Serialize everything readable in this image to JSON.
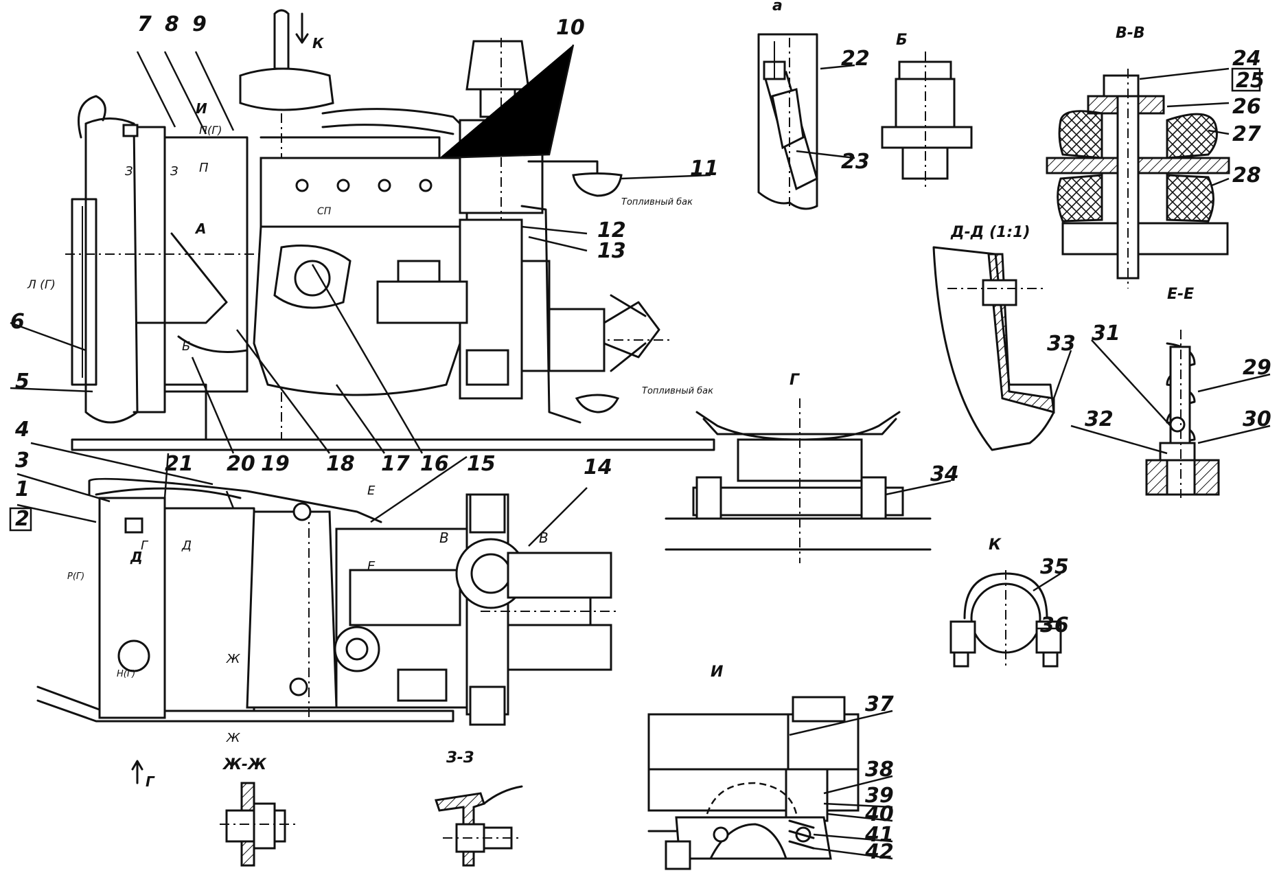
{
  "callouts": [
    "1",
    "2",
    "3",
    "4",
    "5",
    "6",
    "7",
    "8",
    "9",
    "10",
    "11",
    "12",
    "13",
    "14",
    "15",
    "16",
    "17",
    "18",
    "19",
    "20",
    "21",
    "22",
    "23",
    "24",
    "25",
    "26",
    "27",
    "28",
    "29",
    "30",
    "31",
    "32",
    "33",
    "34",
    "35",
    "36",
    "37",
    "38",
    "39",
    "40",
    "41",
    "42"
  ],
  "section_titles": {
    "a": "а",
    "b": "Б",
    "v": "В-В",
    "g": "Г",
    "d": "Д-Д (1:1)",
    "e": "Е-Е",
    "zh": "Ж-Ж",
    "z": "З-З",
    "k": "К",
    "i": "И"
  },
  "view_marks": {
    "k_arrow": "К",
    "i_mark": "И",
    "p_right": "П(Г)",
    "z1": "З",
    "z2": "З",
    "p": "П",
    "a_view": "А",
    "l_left": "Л (Г)",
    "b_view": "Б",
    "sp": "СП",
    "d_view": "Д",
    "g_view": "Г",
    "d2": "Д",
    "e1": "Е",
    "e2": "Е",
    "v1": "В",
    "v2": "В",
    "r_left": "Р(Г)",
    "n_left": "Н(Г)",
    "zh1": "Ж",
    "zh2": "Ж",
    "g_bottom": "Г"
  },
  "notes": {
    "fuel_tank_top": "Топливный бак",
    "fuel_tank_bottom": "Топливный бак"
  }
}
